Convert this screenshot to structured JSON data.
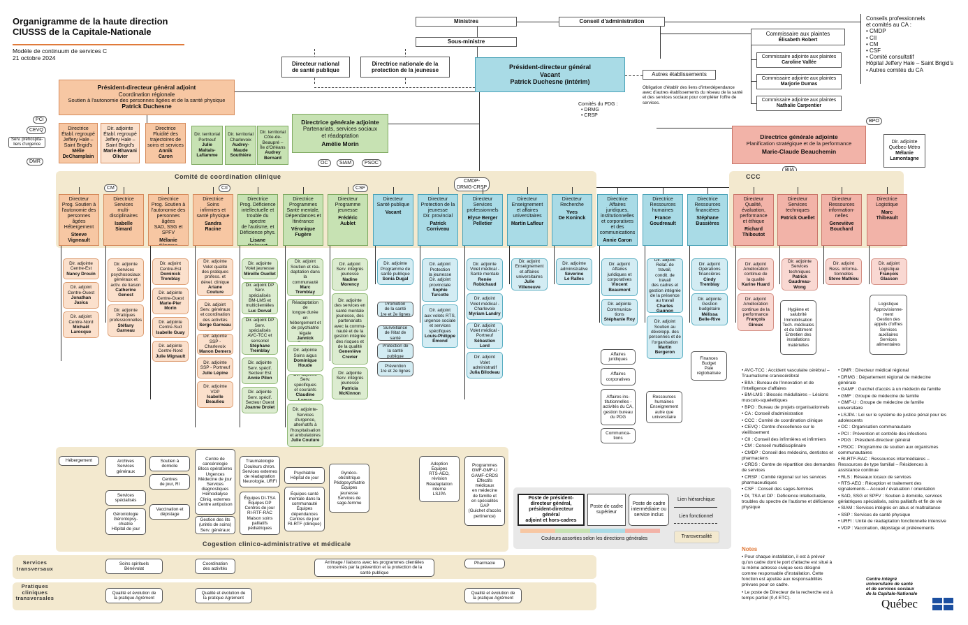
{
  "header": {
    "title_line1": "Organigramme de la haute direction",
    "title_line2": "CIUSSS de la Capitale-Nationale",
    "subtitle1": "Modèle de continuum de services C",
    "subtitle2": "21 octobre 2024"
  },
  "top": {
    "ministres": "Ministres",
    "sous_ministre": "Sous-ministre",
    "conseil": "Conseil d'administration",
    "dnsp": "Directeur national\nde santé publique",
    "dnpj": "Directrice nationale de la\nprotection de la jeunesse",
    "pdg_title": "Président-directeur général",
    "pdg_name1": "Vacant",
    "pdg_name2": "Patrick Duchesne (intérim)",
    "autres_etab": "Autres établissements",
    "autres_etab_note": "Obligation d'établir des liens d'interdépendance avec d'autres établissements du réseau de la santé et des services sociaux pour compléter l'offre de services.",
    "comites_pdg_title": "Comités du PDG :",
    "comites_pdg": [
      "DRMG",
      "CRSP"
    ],
    "commissaire_title": "Commissaire aux plaintes",
    "commissaire_name": "Élisabeth Robert",
    "adjoints": [
      {
        "title": "Commissaire adjointe aux plaintes",
        "name": "Caroline Vallée"
      },
      {
        "title": "Commissaire adjointe aux plaintes",
        "name": "Marjorie Dumas"
      },
      {
        "title": "Commissaire adjointe aux plaintes",
        "name": "Nathalie Carpentier"
      }
    ],
    "conseils_title": "Conseils professionnels\net comités au CA :",
    "conseils": [
      "CMDP",
      "CII",
      "CM",
      "CSF",
      "Comité consultatif\nHôpital Jeffery Hale – Saint Brigid's",
      "Autres comités du CA"
    ]
  },
  "pdga": {
    "title": "Président-directeur général adjoint",
    "line2": "Coordination régionale",
    "line3": "Soutien à l'autonomie des personnes âgées et de la santé physique",
    "name": "Patrick Duchesne",
    "pills": [
      "PCI",
      "CEVQ",
      "Serv. préhospita-\nliers d'urgence",
      "DMR"
    ],
    "sub": [
      {
        "t": "Directrice\nÉtabl. regroupé\nJeffery Hale –\nSaint Brigid's",
        "n": "Mélie\nDeChamplain"
      },
      {
        "t": "Dir. adjointe\nÉtabl. regroupé\nJeffery Hale –\nSaint Brigid's",
        "n": "Marie-Bhavani\nOlivier"
      },
      {
        "t": "Directrice\nFluidité des\ntrajectoires de\nsoins et services",
        "n": "Annik\nCaron"
      }
    ]
  },
  "dga1": {
    "title": "Directrice générale adjointe",
    "line2": "Partenariats, services sociaux\net réadaptation",
    "name": "Amélie Morin",
    "pills": [
      "OC",
      "SIAM",
      "PSOC"
    ],
    "terr": [
      {
        "t": "Dir. territorial\nPortneuf",
        "n": "Julie\nMaltais-\nLaflamme"
      },
      {
        "t": "Dir. territorial\nCharlevoix",
        "n": "Audrey-\nMaude\nSouthière"
      },
      {
        "t": "Dir. territorial\nCôte-de-\nBeaupré –\nÎle d'Orléans",
        "n": "Audrey\nBernard"
      }
    ]
  },
  "dga2": {
    "title": "Directrice générale adjointe",
    "line2": "Planification stratégique et de la performance",
    "name": "Marie-Claude Beauchemin",
    "pills": [
      "BPO",
      "BIIA"
    ],
    "sub": {
      "t": "Dir. adjointe\nQuébec-Métro",
      "n": "Mélanie\nLamontagne"
    }
  },
  "bands": {
    "ccc": "Comité de coordination clinique",
    "ccc2": "CCC",
    "cogestion": "Cogestion clinico-administrative et médicale",
    "transversaux": "Services\ntransversaux",
    "pratiques": "Pratiques\ncliniques\ntransversales",
    "pill_cm": "CM",
    "pill_cii": "CII",
    "pill_csf": "CSF",
    "pill_cmdp": "CMDP-\nDRMG-CRSP"
  },
  "directions": [
    {
      "t": "Directeur\nProg. Soutien à\nl'autonomie des\npersonnes âgées\nHébergement",
      "n": "Steeve\nVigneault",
      "c": "orange"
    },
    {
      "t": "Directrice\nServices\nmulti-\ndisciplinaires",
      "n": "Isabelle\nSimard",
      "c": "orange"
    },
    {
      "t": "Directrice\nProg. Soutien à\nl'autonomie des\npersonnes âgées\nSAD, SSG et SPFV",
      "n": "Mélanie\nGingras",
      "c": "orange"
    },
    {
      "t": "Directrice\nSoins\ninfirmiers et\nsanté physique",
      "n": "Sandra\nRacine",
      "c": "orange"
    },
    {
      "t": "Directrice\nProg. Déficience\nintellectuelle et\ntrouble du spectre\nde l'autisme, et\nDéficience phys.",
      "n": "Lisane Boisvert",
      "c": "green"
    },
    {
      "t": "Directrice\nProgrammes\nSanté mentale,\nDépendances et\nItinérance",
      "n": "Véronique\nFugère",
      "c": "green"
    },
    {
      "t": "Directeur\nProgramme\njeunesse",
      "n": "Frédéric\nAublet",
      "c": "green"
    },
    {
      "t": "Directeur\nSanté publique",
      "n": "Vacant",
      "c": "blue"
    },
    {
      "t": "Directeur\nProtection de la\njeunesse\nDir. provincial",
      "n": "Patrick\nCorriveau",
      "c": "blue"
    },
    {
      "t": "Directeur\nServices\nprofessionnels",
      "n": "Elyse Berger\nPelletier",
      "c": "blue"
    },
    {
      "t": "Directeur\nEnseignement\net affaires\nuniversitaires",
      "n": "Martin Lafleur",
      "c": "blue"
    },
    {
      "t": "Directeur\nRecherche",
      "n": "Yves\nDe Koninck",
      "c": "blue"
    },
    {
      "t": "Directrice\nAffaires juridiques,\ninstitutionnelles\net corporatives\net des\ncommunications",
      "n": "Annie Caron",
      "c": "blue"
    },
    {
      "t": "Directrice\nRessources\nhumaines",
      "n": "France\nGoudreault",
      "c": "blue"
    },
    {
      "t": "Directrice\nRessources\nfinancières",
      "n": "Stéphane\nBussières",
      "c": "blue"
    },
    {
      "t": "Directeur\nQualité,\névaluation,\nperformance\net éthique",
      "n": "Richard\nThiboutot",
      "c": "salmon"
    },
    {
      "t": "Directeur\nServices\ntechniques",
      "n": "Patrick Ouellet",
      "c": "salmon"
    },
    {
      "t": "Directeur\nRessources\ninformation-\nnelles",
      "n": "Geneviève\nBouchard",
      "c": "salmon"
    },
    {
      "t": "Directrice\nLogistique",
      "n": "Marc\nThibeault",
      "c": "salmon"
    }
  ],
  "adjoints": [
    [
      {
        "t": "Dir. adjointe\nCentre-Est",
        "n": "Nancy Drouin"
      },
      {
        "t": "Dir. adjoint\nCentre-Ouest",
        "n": "Jonathan\nJasica"
      },
      {
        "t": "Dir. adjoint\nCentre-Nord",
        "n": "Michaël\nLarocque"
      }
    ],
    [
      {
        "t": "Dir. adjointe\nServices\npsychosociaux\ngénéraux et\nactiv. de liaison",
        "n": "Catherine\nGenest"
      },
      {
        "t": "Dir. adjointe\nPratiques\nprofessionnelles",
        "n": "Stéfany\nGarneau"
      }
    ],
    [
      {
        "t": "Dir. adjoint\nCentre-Est",
        "n": "Dominick\nTremblay"
      },
      {
        "t": "Dir. adjointe\nCentre-Ouest",
        "n": "Marie-Pier\nMorin"
      },
      {
        "t": "Dir. adjointe\nCentre-Sud",
        "n": "Isabelle Guay"
      },
      {
        "t": "Dir. adjointe\nCentre-Nord",
        "n": "Julie Mignault"
      }
    ],
    [
      {
        "t": "Dir. adjointe\nVolet qualité\ndes pratiques\nprofess. et\ndével. clinique",
        "n": "Ariane Couture"
      },
      {
        "t": "Dir. adjoint\nServ. généraux\net coordination\ndes activités",
        "n": "Serge Garneau"
      },
      {
        "t": "Dir. adjointe\nSSP - Charlevoix",
        "n": "Manon Demers"
      },
      {
        "t": "Dir. adjointe\nSSP - Portneuf",
        "n": "Julie Lépine"
      },
      {
        "t": "Dir. adjointe\nVDP",
        "n": "Isabelle\nBeaulieu"
      }
    ],
    [
      {
        "t": "Dir. adjointe\nVolet jeunesse",
        "n": "Mireille Ouellet"
      },
      {
        "t": "Dir. adjoint DP\nServ. spécialisés\nBM-LMS et\nmulticlientèles",
        "n": "Luc Dorval"
      },
      {
        "t": "Dir. adjoint DP\nServ. spécialisés\nAVC-TCC et\nsensoriel",
        "n": "Stéphane\nTremblay"
      },
      {
        "t": "Dir. adjointe\nServ. spécif.\nSecteur Est",
        "n": "Annie Pilon"
      },
      {
        "t": "Dir. adjointe\nServ. spécif.\nSecteur Ouest",
        "n": "Joanne Drolet"
      }
    ],
    [
      {
        "t": "Dir. adjoint\nSoutien et réa-\ndaptation dans la\ncommunauté",
        "n": "Marc\nTremblay"
      },
      {
        "t": "Dir. adjoint -\nRéadaptation de\nlongue durée en\nhébergement et\nde psychiatrie\nlégale",
        "n": "Jannick Forcier"
      },
      {
        "t": "Dir. adjointe\nSoins aigus",
        "n": "Dominique\nHoude"
      },
      {
        "t": "Dir. adjointe\nServ. spécifiques\net courants",
        "n": "Claudine Lemay"
      },
      {
        "t": "Dir. adjointe-\nServices\nd'urgence,\nalternatifs à\nl'hospitalisation\net ambulatoires",
        "n": "Julie Couture"
      }
    ],
    [
      {
        "t": "Dir. adjoint\nServ. intégrés\njeunesse",
        "n": "Nadine\nMorency"
      },
      {
        "t": "Dir. adjointe\ndes services en\nsanté mentale\njeunesse, des\npartenariats\navec la commu-\nnauté et de la\ngestion intégrée\ndes risques et\nde la qualité",
        "n": "Geneviève\nCrevier"
      },
      {
        "t": "Dir. adjointe\nServ. intégrés\njeunesse",
        "n": "Patricia\nMcKinnon"
      }
    ],
    [
      {
        "t": "Dir. adjointe\nProgramme de\nsanté publique",
        "n": "Sonia Dugal"
      }
    ],
    [
      {
        "t": "Dir. adjoint\nProtection\nla jeunesse\nDir. adjoint\nprovinciale",
        "n": "Sophie\nTurcotte"
      },
      {
        "t": "Dir. adjoint\naux volets RTS,\nurgence sociale\net services\nspécifiques",
        "n": "Louis-Philippe\nÉmond"
      }
    ],
    [
      {
        "t": "Dir. adjointe\nVolet médical -\nSanté mentale",
        "n": "Renée\nRobichaud"
      },
      {
        "t": "Dir. adjoint\nVolet médical -\nCharlevoix",
        "n": "Myriam Landry"
      },
      {
        "t": "Dir. adjoint\nVolet médical -\nPortneuf",
        "n": "Sébastien Lord"
      },
      {
        "t": "Dir. adjoint\nVolet\nadministratif",
        "n": "Julia Bilodeau"
      }
    ],
    [
      {
        "t": "Dir. adjoint\nEnseignement\net affaires\nuniversitaires",
        "n": "Julie Villeneuve"
      }
    ],
    [
      {
        "t": "Dir. adjointe\nadministrative",
        "n": "Séverine\nLe Rallec"
      }
    ],
    [
      {
        "t": "Dir. adjoint\nAffaires\njuridiques et\ncorporatives",
        "n": "Vincent\nBeaumont"
      },
      {
        "t": "Dir. adjointe\nCommunica-\ntions",
        "n": "Stéphanie Roy"
      }
    ],
    [
      {
        "t": "Dir. adjoint\nRelat. de travail,\ncondit. de travail\ndes cadres et\ngestion intégrée\nde la présence\nau travail",
        "n": "Charles\nGagnon"
      },
      {
        "t": "Dir. adjoint\nSoutien au\ndévelopp. des\npersonnes et de\nl'organisation",
        "n": "Martin\nBergeron"
      }
    ],
    [
      {
        "t": "Dir. adjoint\nOpérations\nfinancières",
        "n": "Cindy\nTremblay"
      },
      {
        "t": "Dir. adjointe\nGestion\nbudgétaire",
        "n": "Mélissa\nBelle-Rive"
      }
    ],
    [
      {
        "t": "Dir. adjoint\nAmélioration\ncontinue de\nla qualité",
        "n": "Karine Huard"
      },
      {
        "t": "Dir. adjoint\nAmélioration\ncontinue de la\nperformance",
        "n": "François\nGiroux"
      }
    ],
    [
      {
        "t": "Dir. adjointe\nServices\ntechniques",
        "n": "Patrick\nGaudreau-Wong"
      }
    ],
    [
      {
        "t": "Dir. adjoint\nRess. informa-\ntionnelles",
        "n": "Steve Mathieu"
      }
    ],
    [
      {
        "t": "Dir. adjoint\nLogistique",
        "n": "François\nGlasson"
      }
    ]
  ],
  "services": {
    "sp": [
      "Promotion\nde la santé\n1re et 2e lignes",
      "Surveillance\nde l'état de santé",
      "Protection de\nla santé publique",
      "Prévention\n1re et 2e lignes"
    ],
    "juridique": [
      "Affaires\njuridiques",
      "Affaires\ncorporatives",
      "Affaires ins-\ntitutionnelles -\nactivités du CA,\ngestion bureau\ndu PDG",
      "Communica-\ntions"
    ],
    "rh": "Ressources\nhumaines\nEnseignement\nautre que\nuniversitaire",
    "fin": "Finances\nBudget\nPaie\nréglobalisée",
    "tech": "Hygiène et\nsalubrité\nImmobilisation\nTech. médicales\net du bâtiment\nEntretien des\ninstallations\nmatérielles",
    "log": "Logistique\nApprovisionne-\nment\nGestion des\nappels d'offres\nServices\nauxiliaires\nServices\nalimentaires",
    "cog": [
      "Hébergement",
      "Archives\nServices\ngénéraux",
      "Services\nspécialisés",
      "Gérontologie\nGérontopsy-\nchiatrie\nHôpital de jour",
      "Soutien à\ndomicile",
      "Centres\nde jour, RI",
      "Vaccination et\ndépistage",
      "Centre de\ncancérologie\nBlocs opératoires\nUrgences\nMédecine de jour\nServices\ndiagnostiques\nHémodialyse\nCliniq. externes\nCentre antipoison",
      "Gestion des lits\n(unités de soins)\nServ. généraux",
      "Traumatologie\nDouleurs chron.\nServices externes\nde réadaptation\nNeurologie, URFI",
      "Équipes DI-TSA\nÉquipes DP\nCentres de jour\nRI-RTF-RAC\nMaison soins\npalliatifs\npédiatriques",
      "Psychiatrie\nHôpital de jour",
      "Équipes santé\nmentale dans la\ncommunauté\nÉquipes\ndépendances\nCentres de jour\nRI-RTF (clinique)",
      "Gynéco-\nobstétrique\nPédopsychiatrie\nÉquipes\njeunesse\nServices de\nsage-femme",
      "Adoption\nÉquipes\nRTS-AEO,\nrévision\nRéadaptation\ninterne\nLSJPA",
      "Programmes\nGMF-GMF-U\nGAMF-CRDS\nEffectifs\nmédicaux\nen médecine\nde famille et\nen spécialités\nGAP\n(Guichet d'accès\npertinence)"
    ],
    "transv": [
      "Soins spirituels\nBénévolat",
      "Coordination\ndes activités",
      "Arrimage / liaisons avec les programmes clientèles\nconcernés par la prévention et la protection de la\nsanté publique",
      "Pharmacie"
    ],
    "pratiques": [
      "Qualité et évolution de\nla pratique Agrément",
      "Qualité et évolution de\nla pratique Agrément",
      "Qualité et évolution de\nla pratique Agrément"
    ]
  },
  "legend_box": {
    "b1": "Poste de président-\ndirecteur général,\nprésident-directeur général\nadjoint et hors-cadres",
    "b2": "Poste de cadre\nsupérieur",
    "b3": "Poste de cadre\nintermédiaire ou\nservice inclus",
    "l1": "Lien hiérarchique",
    "l2": "Lien fonctionnel",
    "colors": "Couleurs assorties selon les directions générales",
    "transv": "Transversalité"
  },
  "acronyms_left": [
    "AVC-TCC : Accident vasculaire cérébral – Traumatisme craniocérébral",
    "BIIA : Bureau de l'innovation et de l'intelligence d'affaires",
    "BM-LMS : Blessés médullaires – Lésions musculo-squelettiques",
    "BPO : Bureau de projets organisationnels",
    "CA : Conseil d'administration",
    "CCC : Comité de coordination clinique",
    "CEVQ : Centre d'excellence sur le vieillissement",
    "CII : Conseil des infirmières et infirmiers",
    "CM : Conseil multidisciplinaire",
    "CMDP : Conseil des médecins, dentistes et pharmaciens",
    "CRDS : Centre de répartition des demandes de services",
    "CRSP : Comité régional sur les services pharmaceutiques",
    "CSF : Conseil des sages-femmes",
    "DI, TSA et DP : Déficience intellectuelle, troubles du spectre de l'autisme et déficience physique"
  ],
  "acronyms_right": [
    "DMR : Directeur médical régional",
    "DRMG : Département régional de médecine générale",
    "GAMF : Guichet d'accès à un médecin de famille",
    "GMF : Groupe de médecine de famille",
    "GMF-U : Groupe de médecine de famille universitaire",
    "LSJPA : Loi sur le système de justice pénal pour les adolescents",
    "OC : Organisation communautaire",
    "PCI : Prévention et contrôle des infections",
    "PDG : Président-directeur général",
    "PSOC : Programme de soutien aux organismes communautaires",
    "RI-RTF-RAC : Ressources intermédiaires – Ressources de type familial – Résidences à assistance continue",
    "RLS : Réseaux locaux de services",
    "RTS-AEO : Réception et traitement des signalements – Accueil / évaluation / orientation",
    "SAD, SSG et SPFV : Soutien à domicile, services gériatriques spécialisés, soins palliatifs et fin de vie",
    "SIAM : Services intégrés en abus et maltraitance",
    "SSP : Services de santé physique",
    "URFI : Unité de réadaptation fonctionnelle intensive",
    "VDP : Vaccination, dépistage et prélèvements"
  ],
  "notes": {
    "title": "Notes",
    "n1": "Pour chaque installation, il est à prévoir qu'un cadre dont le port d'attache est situé à la même adresse civique sera désigné comme responsable d'installation. Cette fonction est ajoutée aux responsabilités prévues pour ce cadre.",
    "n2": "Le poste de Directeur de la recherche est à temps partiel (0,4 ETC)."
  },
  "logo": {
    "l1": "Centre intégré",
    "l2": "universitaire de santé",
    "l3": "et de services sociaux",
    "l4": "de la Capitale-Nationale",
    "q": "Québec"
  },
  "colors": {
    "orange": "#f7c7a3",
    "green": "#c7e2b3",
    "blue": "#a9dbe6",
    "salmon": "#f2b3a8",
    "band": "#f3e9cf"
  }
}
